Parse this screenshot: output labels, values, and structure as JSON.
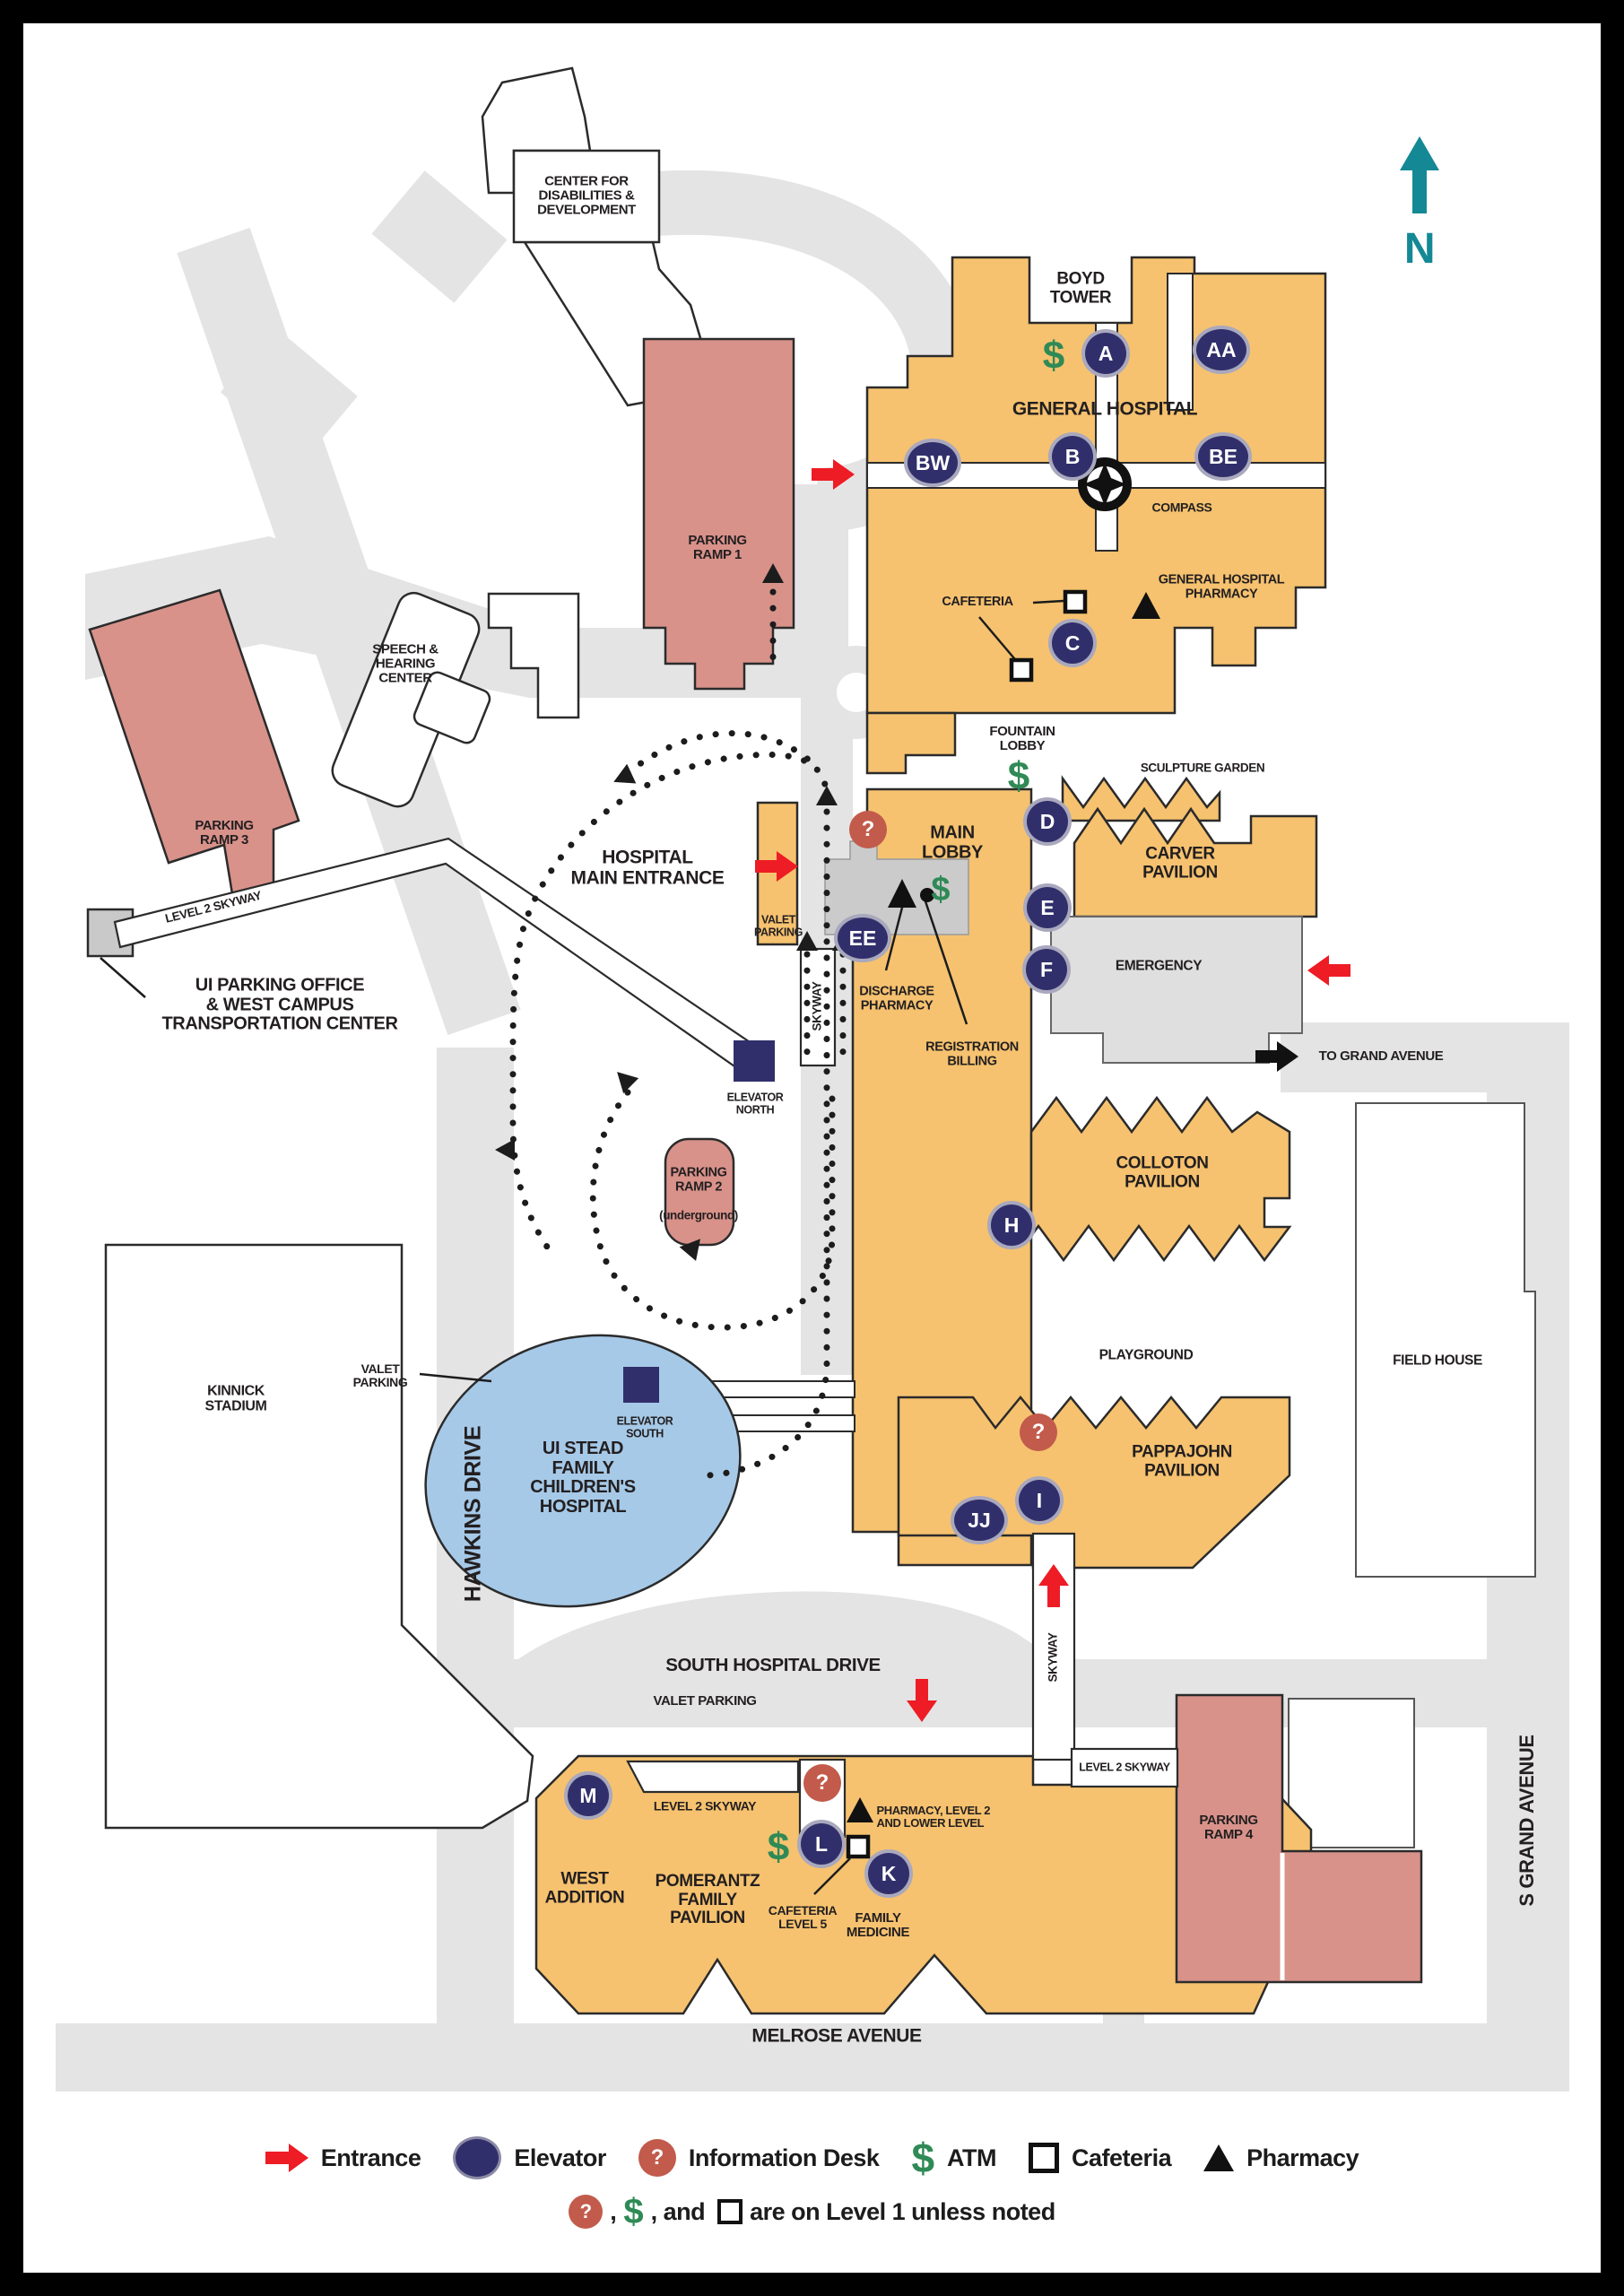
{
  "north_label": "N",
  "labels": {
    "cdd": "CENTER FOR\nDISABILITIES &\nDEVELOPMENT",
    "boyd_tower": "BOYD\nTOWER",
    "general_hospital": "GENERAL HOSPITAL",
    "compass": "COMPASS",
    "gh_pharmacy": "GENERAL HOSPITAL\nPHARMACY",
    "cafeteria": "CAFETERIA",
    "fountain_lobby": "FOUNTAIN\nLOBBY",
    "sculpture_garden": "SCULPTURE GARDEN",
    "carver": "CARVER\nPAVILION",
    "emergency": "EMERGENCY",
    "to_grand": "TO GRAND AVENUE",
    "main_lobby": "MAIN\nLOBBY",
    "discharge_pharmacy": "DISCHARGE\nPHARMACY",
    "registration_billing": "REGISTRATION\nBILLING",
    "valet_main": "VALET\nPARKING",
    "hospital_main_entrance": "HOSPITAL\nMAIN ENTRANCE",
    "parking_ramp_1": "PARKING\nRAMP 1",
    "speech_hearing": "SPEECH &\nHEARING\nCENTER",
    "parking_ramp_3": "PARKING\nRAMP 3",
    "level2_skyway_west": "LEVEL 2 SKYWAY",
    "ui_parking_office": "UI PARKING OFFICE\n& WEST CAMPUS\nTRANSPORTATION CENTER",
    "elevator_north": "ELEVATOR\nNORTH",
    "parking_ramp_2": "PARKING\nRAMP 2",
    "parking_ramp_2_sub": "(underground)",
    "kinnick": "KINNICK\nSTADIUM",
    "hawkins_drive": "HAWKINS DRIVE",
    "valet_childrens": "VALET\nPARKING",
    "ui_stead": "UI STEAD\nFAMILY\nCHILDREN'S\nHOSPITAL",
    "elevator_south": "ELEVATOR\nSOUTH",
    "colloton": "COLLOTON\nPAVILION",
    "playground": "PLAYGROUND",
    "field_house": "FIELD HOUSE",
    "pappajohn": "PAPPAJOHN\nPAVILION",
    "skyway_mid": "SKYWAY",
    "skyway_south": "SKYWAY",
    "south_hospital_drive": "SOUTH HOSPITAL DRIVE",
    "valet_south": "VALET PARKING",
    "level2_skyway_pomerantz": "LEVEL 2 SKYWAY",
    "west_addition": "WEST\nADDITION",
    "pomerantz": "POMERANTZ\nFAMILY\nPAVILION",
    "cafeteria_level5": "CAFETERIA\nLEVEL 5",
    "family_medicine": "FAMILY\nMEDICINE",
    "pharmacy_level2": "PHARMACY, LEVEL 2\nAND LOWER LEVEL",
    "level2_skyway_ramp4": "LEVEL 2 SKYWAY",
    "parking_ramp_4": "PARKING\nRAMP 4",
    "s_grand": "S GRAND AVENUE",
    "melrose": "MELROSE AVENUE"
  },
  "elevators": {
    "a": "A",
    "aa": "AA",
    "b": "B",
    "bw": "BW",
    "be": "BE",
    "c": "C",
    "d": "D",
    "e": "E",
    "f": "F",
    "ee": "EE",
    "h": "H",
    "i": "I",
    "jj": "JJ",
    "m": "M",
    "l": "L",
    "k": "K"
  },
  "symbols": {
    "atm": "$",
    "info": "?"
  },
  "colors": {
    "building_orange": "#F6C26F",
    "ramp_pink": "#D8928A",
    "childrens_blue": "#A6C9E8",
    "elevator_navy": "#312F6B",
    "info_red": "#C25B4B",
    "atm_green": "#2F8A56",
    "entrance_red": "#EE1C25",
    "north_teal": "#148995",
    "road_gray": "#E4E4E4"
  },
  "legend": {
    "entrance": "Entrance",
    "elevator": "Elevator",
    "information_desk": "Information Desk",
    "atm": "ATM",
    "cafeteria": "Cafeteria",
    "pharmacy": "Pharmacy",
    "note_comma": ",",
    "note_and": ", and",
    "note_rest": "are on Level 1 unless noted"
  }
}
